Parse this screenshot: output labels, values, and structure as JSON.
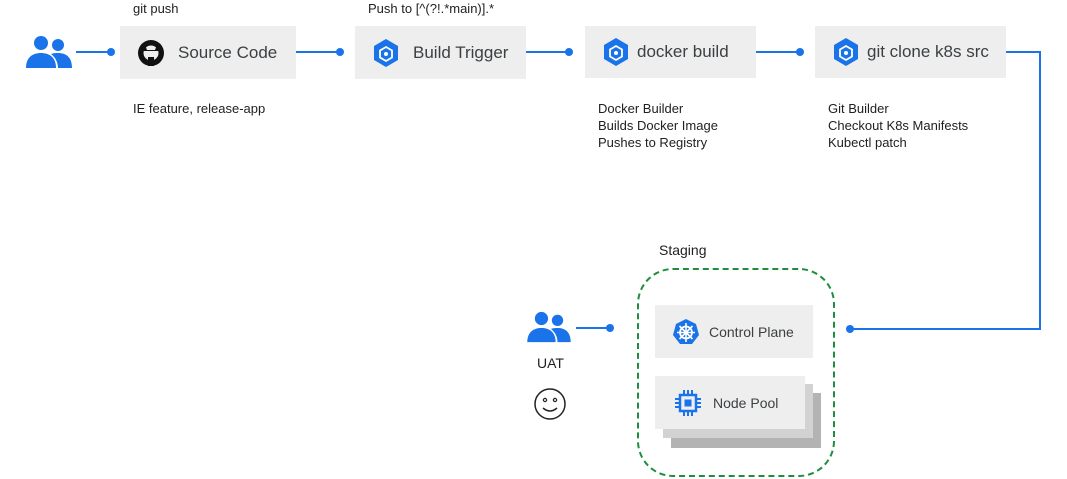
{
  "pipeline": {
    "source": {
      "title": "Source Code",
      "top_note": "git push",
      "bottom_note": "IE feature, release-app"
    },
    "trigger": {
      "title": "Build Trigger",
      "top_note": "Push to [^(?!.*main)].*"
    },
    "docker": {
      "title": "docker build",
      "notes": [
        "Docker Builder",
        "Builds Docker Image",
        "Pushes to Registry"
      ]
    },
    "gitclone": {
      "title": "git clone k8s src",
      "notes": [
        "Git Builder",
        "Checkout K8s Manifests",
        "Kubectl patch"
      ]
    }
  },
  "staging": {
    "title": "Staging",
    "control_plane": "Control Plane",
    "node_pool": "Node Pool"
  },
  "uat": {
    "label": "UAT"
  },
  "colors": {
    "accent": "#1a73e8",
    "box": "#eeeeee",
    "staging_border": "#1e8e3e"
  },
  "icons": [
    "users-icon",
    "github-icon",
    "cloud-build-icon",
    "kubernetes-icon",
    "compute-chip-icon",
    "smiley-icon"
  ]
}
